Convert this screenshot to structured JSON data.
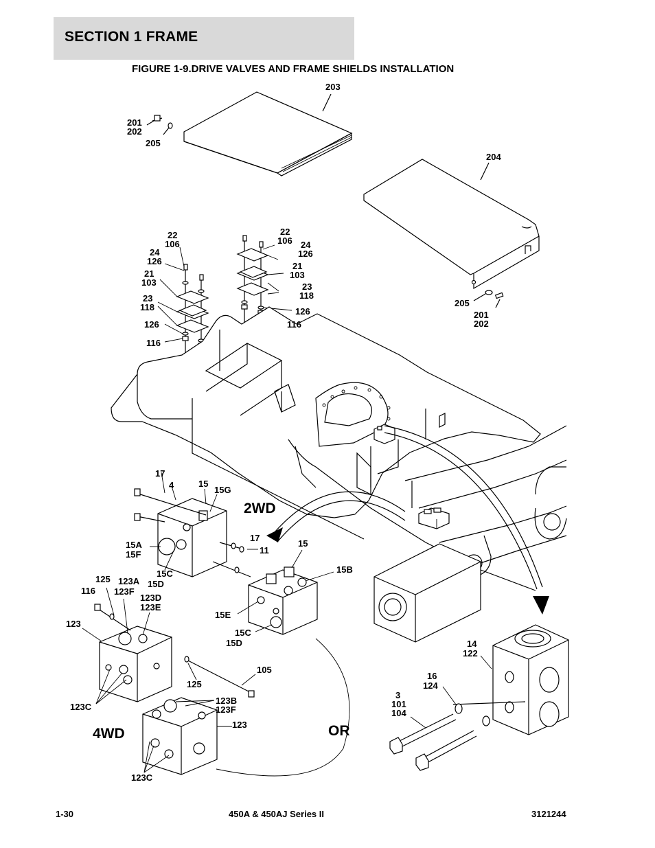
{
  "header": {
    "section_title": "SECTION 1  FRAME",
    "figure_title": "FIGURE 1-9.DRIVE VALVES AND FRAME SHIELDS INSTALLATION"
  },
  "callouts": {
    "c203": "203",
    "c201a": "201",
    "c202a": "202",
    "c205a": "205",
    "c204": "204",
    "c205b": "205",
    "c201b": "201",
    "c202b": "202",
    "l22": "22",
    "l106": "106",
    "l24": "24",
    "l126": "126",
    "l21": "21",
    "l103": "103",
    "l23": "23",
    "l118": "118",
    "l126b": "126",
    "l116": "116",
    "r22": "22",
    "r106": "106",
    "r24": "24",
    "r126": "126",
    "r21": "21",
    "r103": "103",
    "r23": "23",
    "r118": "118",
    "r126b": "126",
    "r116": "116",
    "v17": "17",
    "v4": "4",
    "v15": "15",
    "v15G": "15G",
    "v17b": "17",
    "v11": "11",
    "v15A": "15A",
    "v15F": "15F",
    "v15C": "15C",
    "v15D": "15D",
    "v15b": "15",
    "v15B": "15B",
    "v15E": "15E",
    "v15Cb": "15C",
    "v15Db": "15D",
    "w116": "116",
    "w125": "125",
    "w123A": "123A",
    "w123F": "123F",
    "w123D": "123D",
    "w123E": "123E",
    "w123": "123",
    "w123C": "123C",
    "w105": "105",
    "w125b": "125",
    "w123B": "123B",
    "w123Fb": "123F",
    "w123b": "123",
    "w123Cb": "123C",
    "m14": "14",
    "m122": "122",
    "m16": "16",
    "m124": "124",
    "m3": "3",
    "m101": "101",
    "m104": "104"
  },
  "big_labels": {
    "twowd": "2WD",
    "fourwd": "4WD",
    "or": "OR"
  },
  "footer": {
    "page": "1-30",
    "model": "450A & 450AJ Series II",
    "doc_number": "3121244"
  }
}
